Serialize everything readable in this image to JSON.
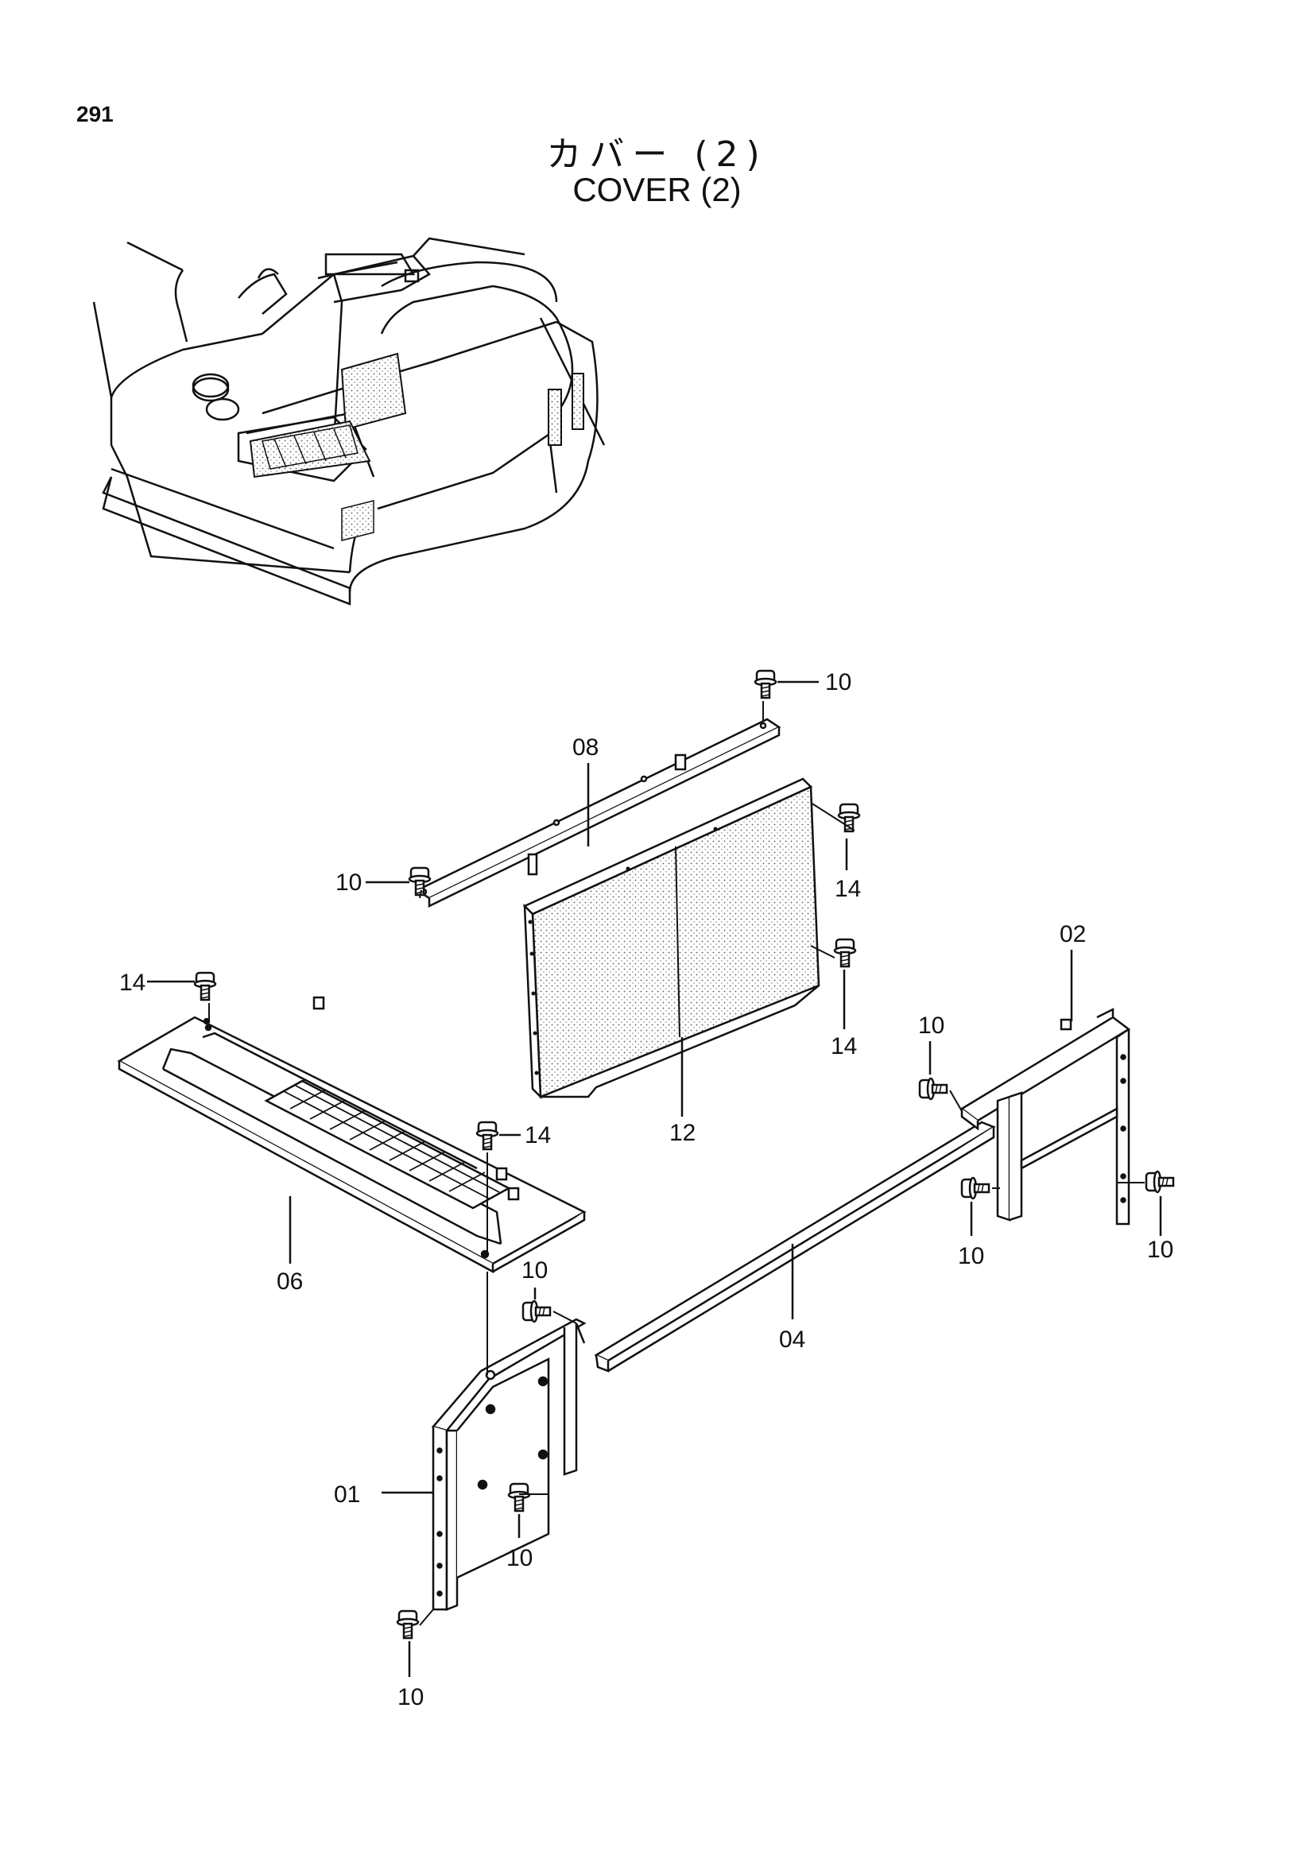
{
  "page_number": "291",
  "title_ja": "カバー (2)",
  "title_en": "COVER (2)",
  "callouts": {
    "c01": "01",
    "c02": "02",
    "c04": "04",
    "c06": "06",
    "c08": "08",
    "c10": "10",
    "c12": "12",
    "c14": "14"
  }
}
